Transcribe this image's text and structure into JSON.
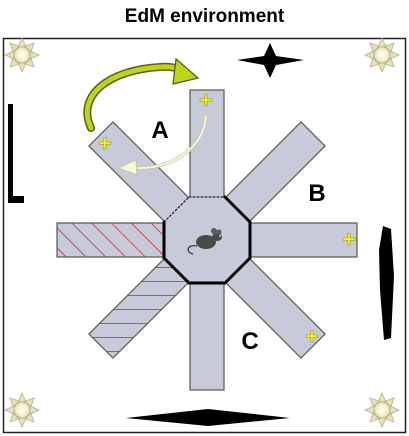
{
  "title": "EdM environment",
  "zones": [
    {
      "label": "A"
    },
    {
      "label": "B"
    },
    {
      "label": "C"
    }
  ],
  "reward_marker": "+",
  "icons": {
    "corner_lights": "sun-icon",
    "animal": "mouse-icon",
    "extra_maze_cues": [
      "l-shape-cue-icon",
      "star-cue-icon",
      "bar-cue-icon",
      "diamond-cue-icon"
    ],
    "trajectory": [
      "curved-arrow-forward-icon",
      "curved-arrow-return-icon"
    ]
  },
  "colors": {
    "arm_fill": "#c7cad9",
    "closed_arm_hatch": "#d92626",
    "reward": "#ffff1a",
    "arrow_forward": "#bdd41c",
    "arrow_return": "#f5f2c0",
    "cue": "#000000"
  }
}
